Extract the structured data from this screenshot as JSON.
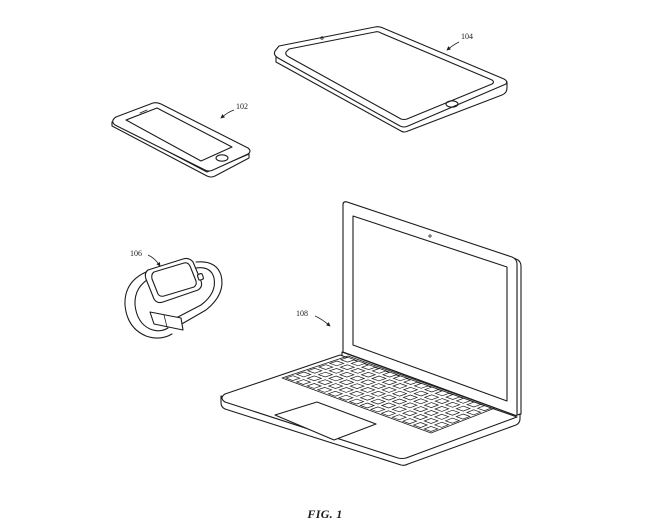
{
  "figure": {
    "caption": "FIG. 1",
    "devices": [
      {
        "id": "tablet",
        "ref": "104"
      },
      {
        "id": "phone",
        "ref": "102"
      },
      {
        "id": "watch",
        "ref": "106"
      },
      {
        "id": "laptop",
        "ref": "108"
      }
    ]
  }
}
